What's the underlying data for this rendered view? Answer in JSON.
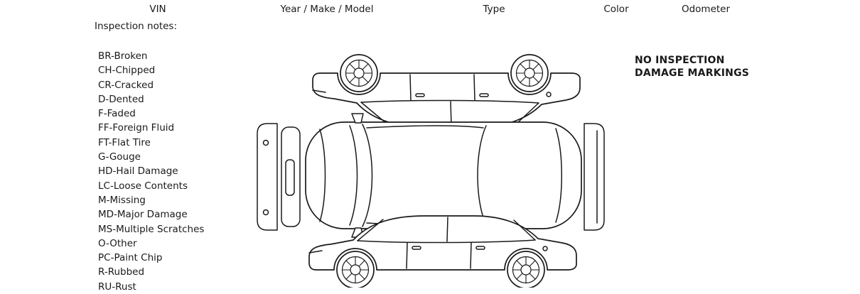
{
  "header": {
    "columns": [
      "VIN",
      "Year / Make / Model",
      "Type",
      "Color",
      "Odometer"
    ],
    "inspection_notes_label": "Inspection notes:"
  },
  "legend": {
    "items": [
      "BR-Broken",
      "CH-Chipped",
      "CR-Cracked",
      "D-Dented",
      "F-Faded",
      "FF-Foreign Fluid",
      "FT-Flat Tire",
      "G-Gouge",
      "HD-Hail Damage",
      "LC-Loose Contents",
      "M-Missing",
      "MD-Major Damage",
      "MS-Multiple Scratches",
      "O-Other",
      "PC-Paint Chip",
      "R-Rubbed",
      "RU-Rust"
    ]
  },
  "annotation": {
    "line1": "NO INSPECTION",
    "line2": "DAMAGE MARKINGS"
  },
  "diagram": {
    "description": "sedan-three-view-outline",
    "views": [
      "side-view-inverted",
      "top-plan-view",
      "side-view"
    ]
  },
  "colors": {
    "ink": "#1a1a1a",
    "background": "#ffffff"
  }
}
